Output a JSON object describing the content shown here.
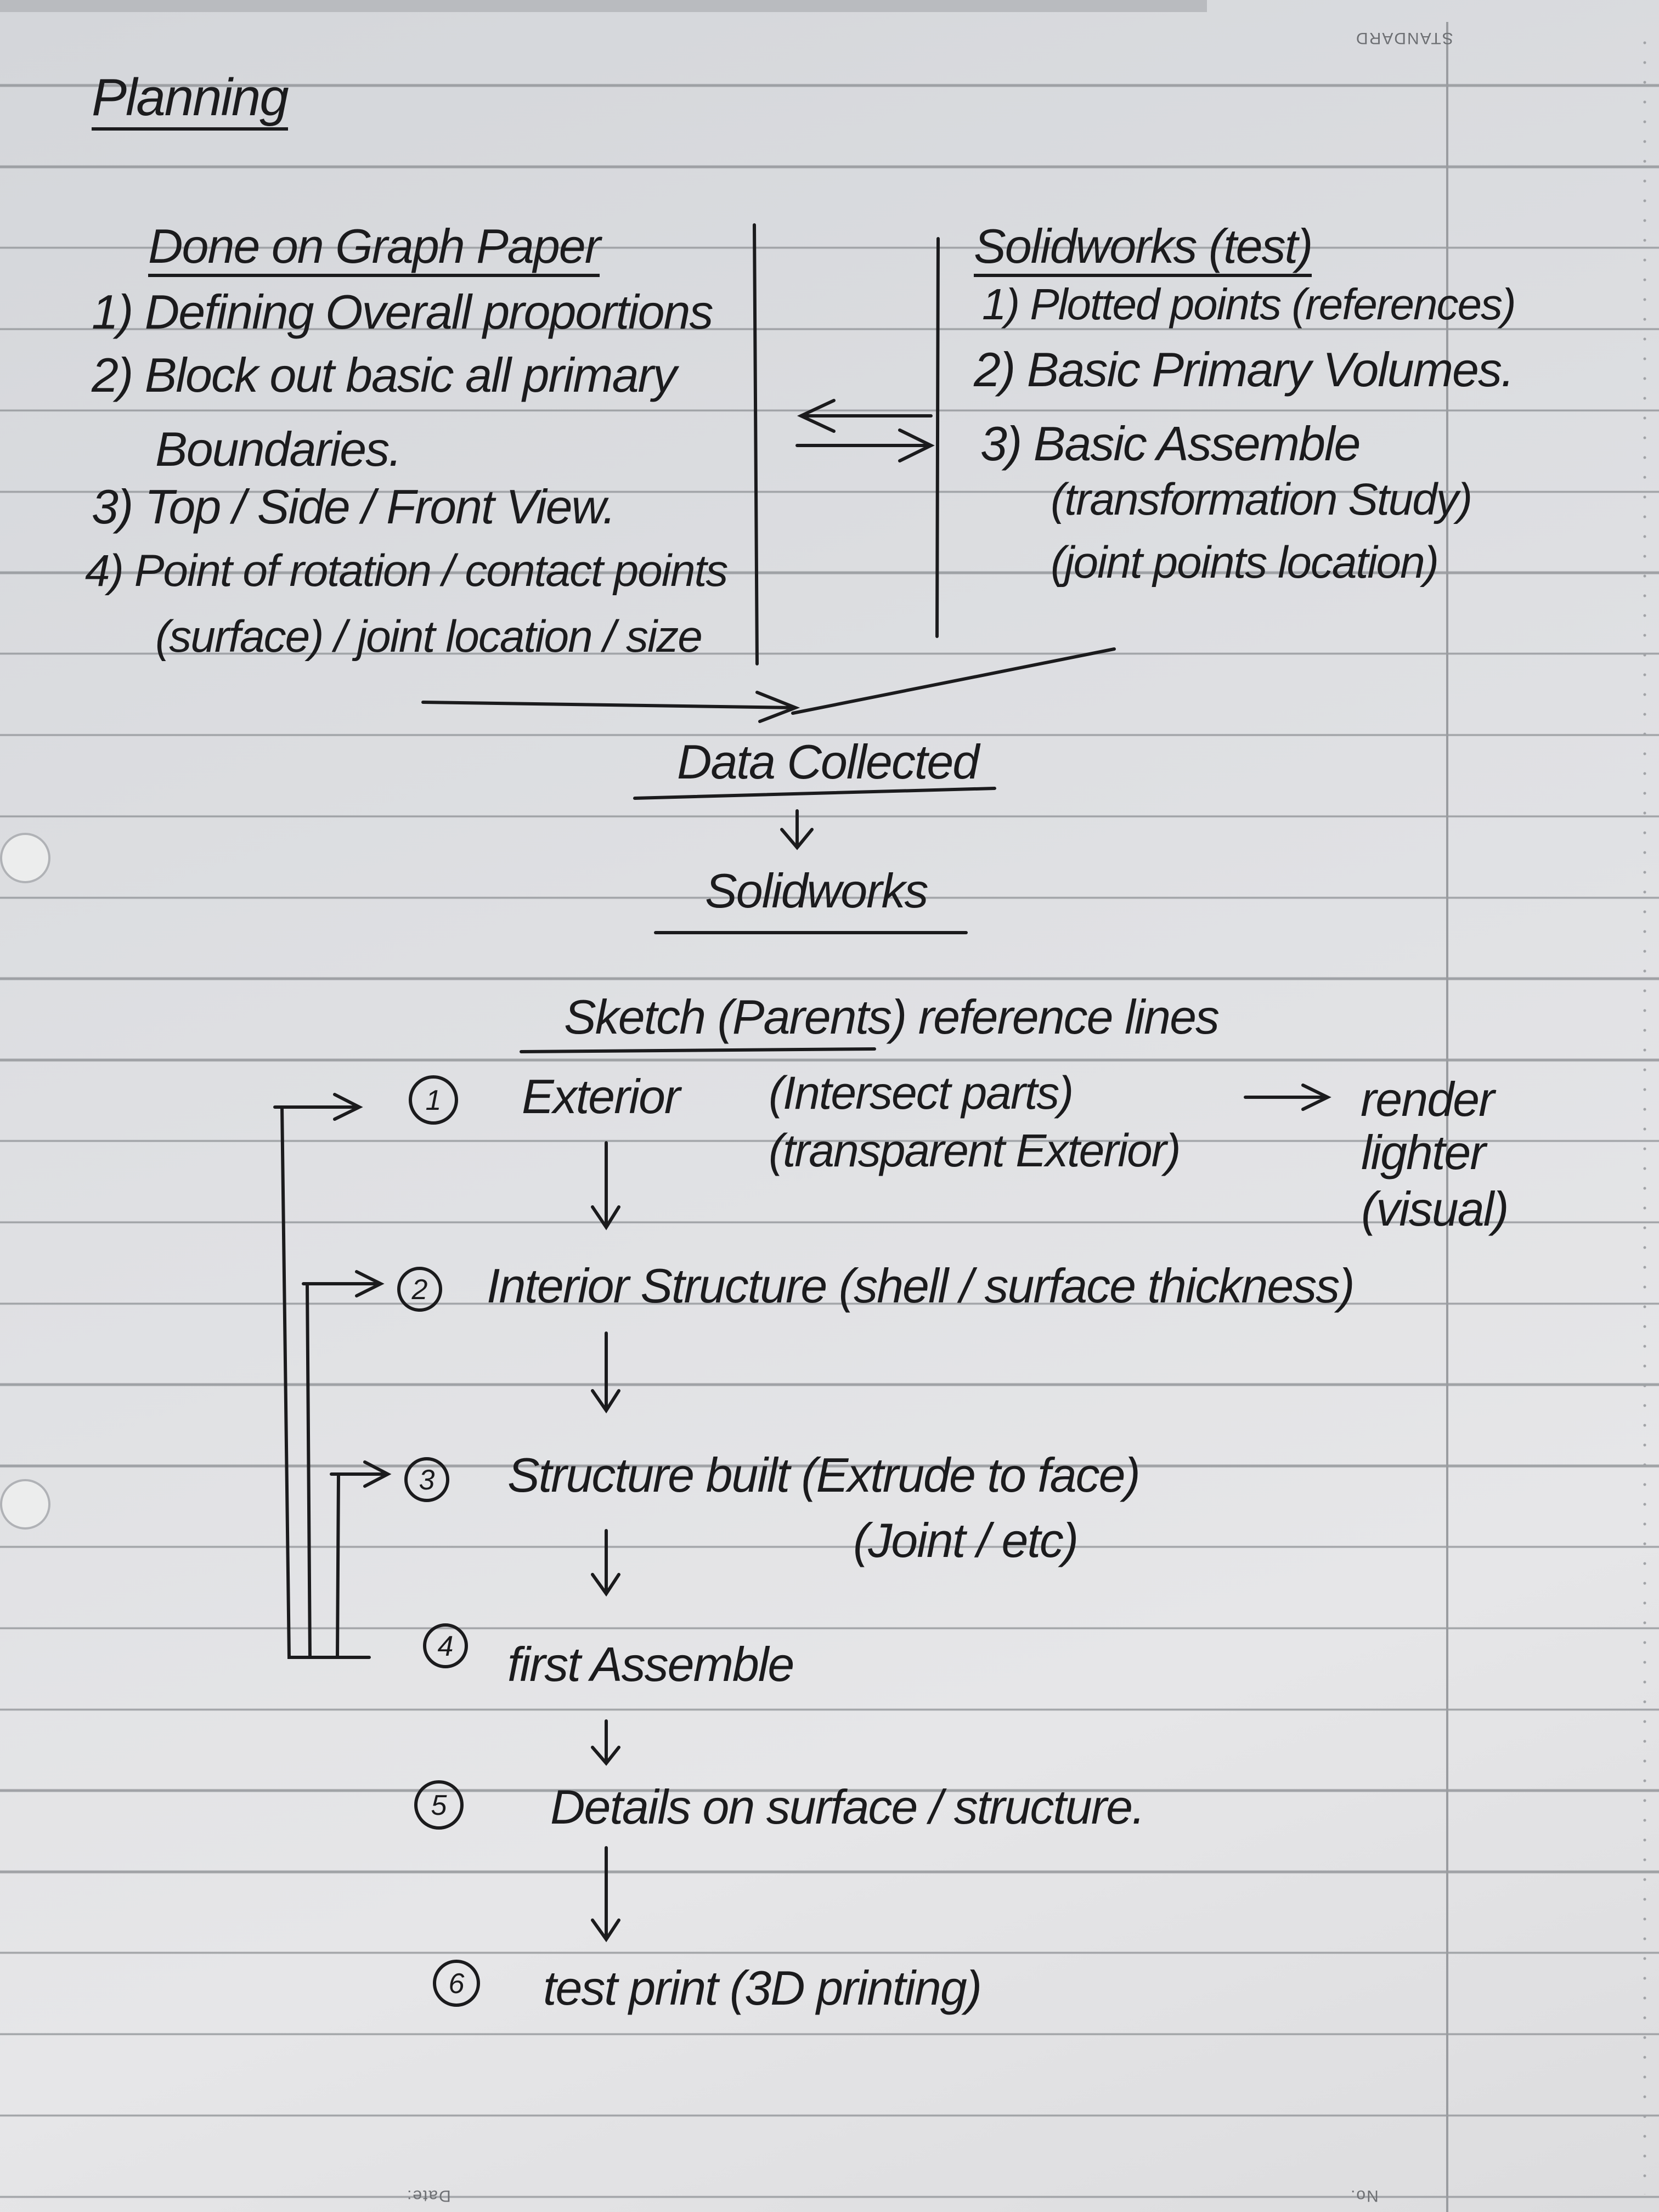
{
  "paper": {
    "brand_mark": "STANDARD",
    "date_label": "Date:",
    "number_label": "No."
  },
  "title": "Planning",
  "left_column": {
    "heading": "Done on Graph Paper",
    "items": [
      "1) Defining Overall proportions",
      "2) Block out basic all primary",
      "Boundaries.",
      "3) Top / Side / Front View.",
      "4) Point of rotation / contact points",
      "(surface) / joint location / size"
    ]
  },
  "right_column": {
    "heading": "Solidworks (test)",
    "items": [
      "1) Plotted points (references)",
      "2) Basic Primary Volumes.",
      "3) Basic Assemble",
      "(transformation Study)",
      "(joint points location)"
    ]
  },
  "merge": {
    "data_collected": "Data Collected",
    "solidworks": "Solidworks"
  },
  "workflow": {
    "heading": "Sketch (Parents) reference lines",
    "steps": [
      {
        "num": "1",
        "label": "Exterior",
        "note1": "(Intersect parts)",
        "note2": "(transparent Exterior)"
      },
      {
        "num": "2",
        "label": "Interior Structure (shell / surface thickness)"
      },
      {
        "num": "3",
        "label": "Structure built (Extrude to face)",
        "note1": "(Joint / etc)"
      },
      {
        "num": "4",
        "label": "first Assemble"
      },
      {
        "num": "5",
        "label": "Details on surface / structure."
      },
      {
        "num": "6",
        "label": "test print (3D printing)"
      }
    ],
    "side_note": [
      "render",
      "lighter",
      "(visual)"
    ]
  }
}
